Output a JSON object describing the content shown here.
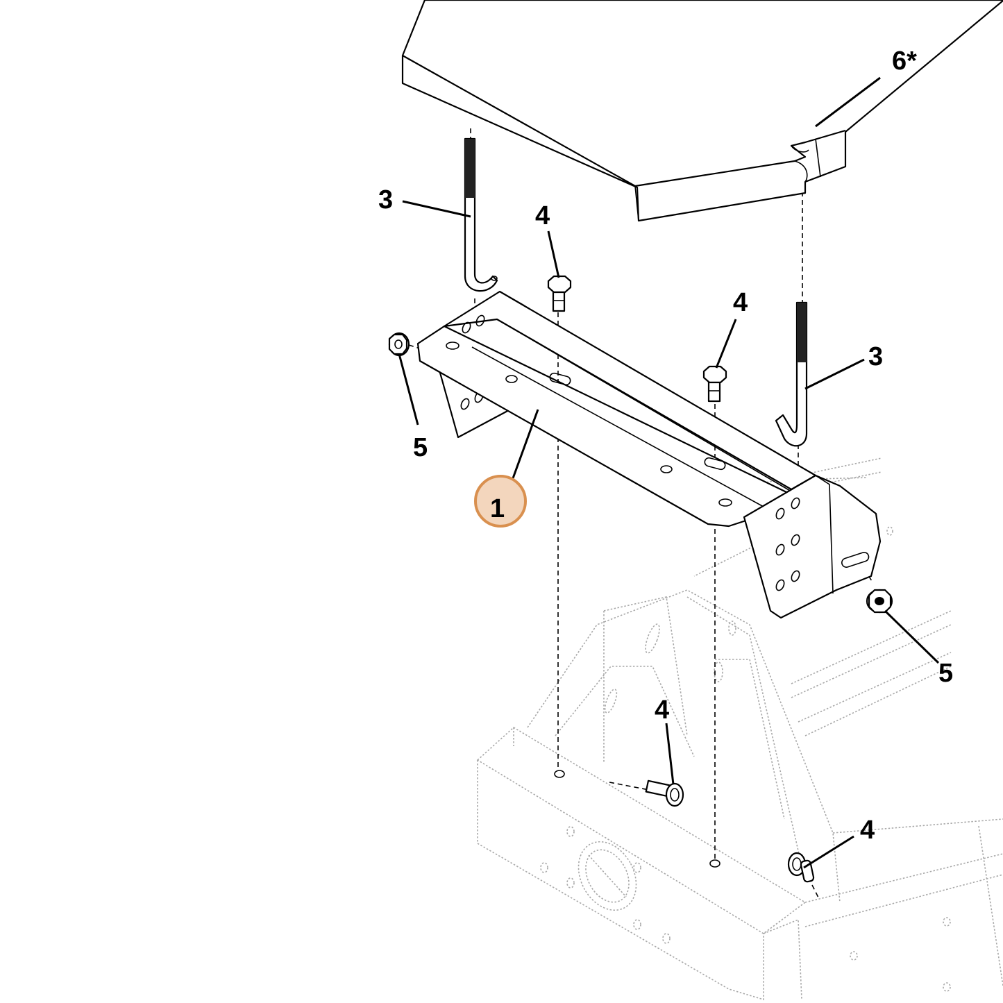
{
  "callouts": [
    {
      "id": "c6",
      "text": "6*"
    },
    {
      "id": "c3a",
      "text": "3"
    },
    {
      "id": "c4a",
      "text": "4"
    },
    {
      "id": "c4b",
      "text": "4"
    },
    {
      "id": "c3b",
      "text": "3"
    },
    {
      "id": "c5a",
      "text": "5"
    },
    {
      "id": "c1",
      "text": "1"
    },
    {
      "id": "c5b",
      "text": "5"
    },
    {
      "id": "c4c",
      "text": "4"
    },
    {
      "id": "c4d",
      "text": "4"
    }
  ],
  "colors": {
    "highlight_fill": "#f3d6bd",
    "highlight_stroke": "#d9904f",
    "frame_stroke": "#a8a8a8",
    "line": "#000000"
  }
}
